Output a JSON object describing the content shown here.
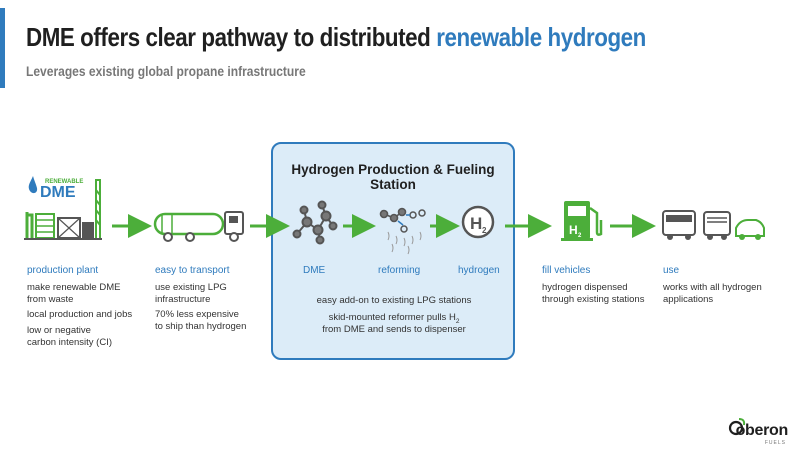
{
  "header": {
    "title_main": "DME offers clear pathway to distributed ",
    "title_highlight": "renewable hydrogen",
    "subtitle": "Leverages existing global propane infrastructure"
  },
  "production": {
    "logo_small": "RENEWABLE",
    "logo_big": "DME",
    "label": "production plant",
    "lines": [
      "make renewable DME",
      "from waste",
      "local production and jobs",
      "low or negative",
      "carbon intensity (CI)"
    ]
  },
  "transport": {
    "label": "easy to transport",
    "lines": [
      "use existing LPG",
      "infrastructure",
      "70% less expensive",
      "to ship than hydrogen"
    ]
  },
  "station": {
    "title": "Hydrogen Production & Fueling Station",
    "dme_label": "DME",
    "reforming_label": "reforming",
    "hydrogen_label": "hydrogen",
    "h2_symbol": "H",
    "h2_sub": "2",
    "note1": "easy add-on to existing LPG stations",
    "note2_a": "skid-mounted reformer pulls H",
    "note2_sub": "2",
    "note3": "from DME and sends to dispenser"
  },
  "fill": {
    "label": "fill vehicles",
    "pump_h": "H",
    "pump_sub": "2",
    "lines": [
      "hydrogen dispensed",
      "through existing stations"
    ]
  },
  "use": {
    "label": "use",
    "lines": [
      "works with all hydrogen",
      "applications"
    ]
  },
  "brand": {
    "name": "oberon",
    "sub": "FUELS"
  },
  "colors": {
    "accent_blue": "#2f7bbd",
    "arrow_green": "#4cae3a",
    "icon_gray": "#555555",
    "box_fill": "#dcecf8"
  }
}
